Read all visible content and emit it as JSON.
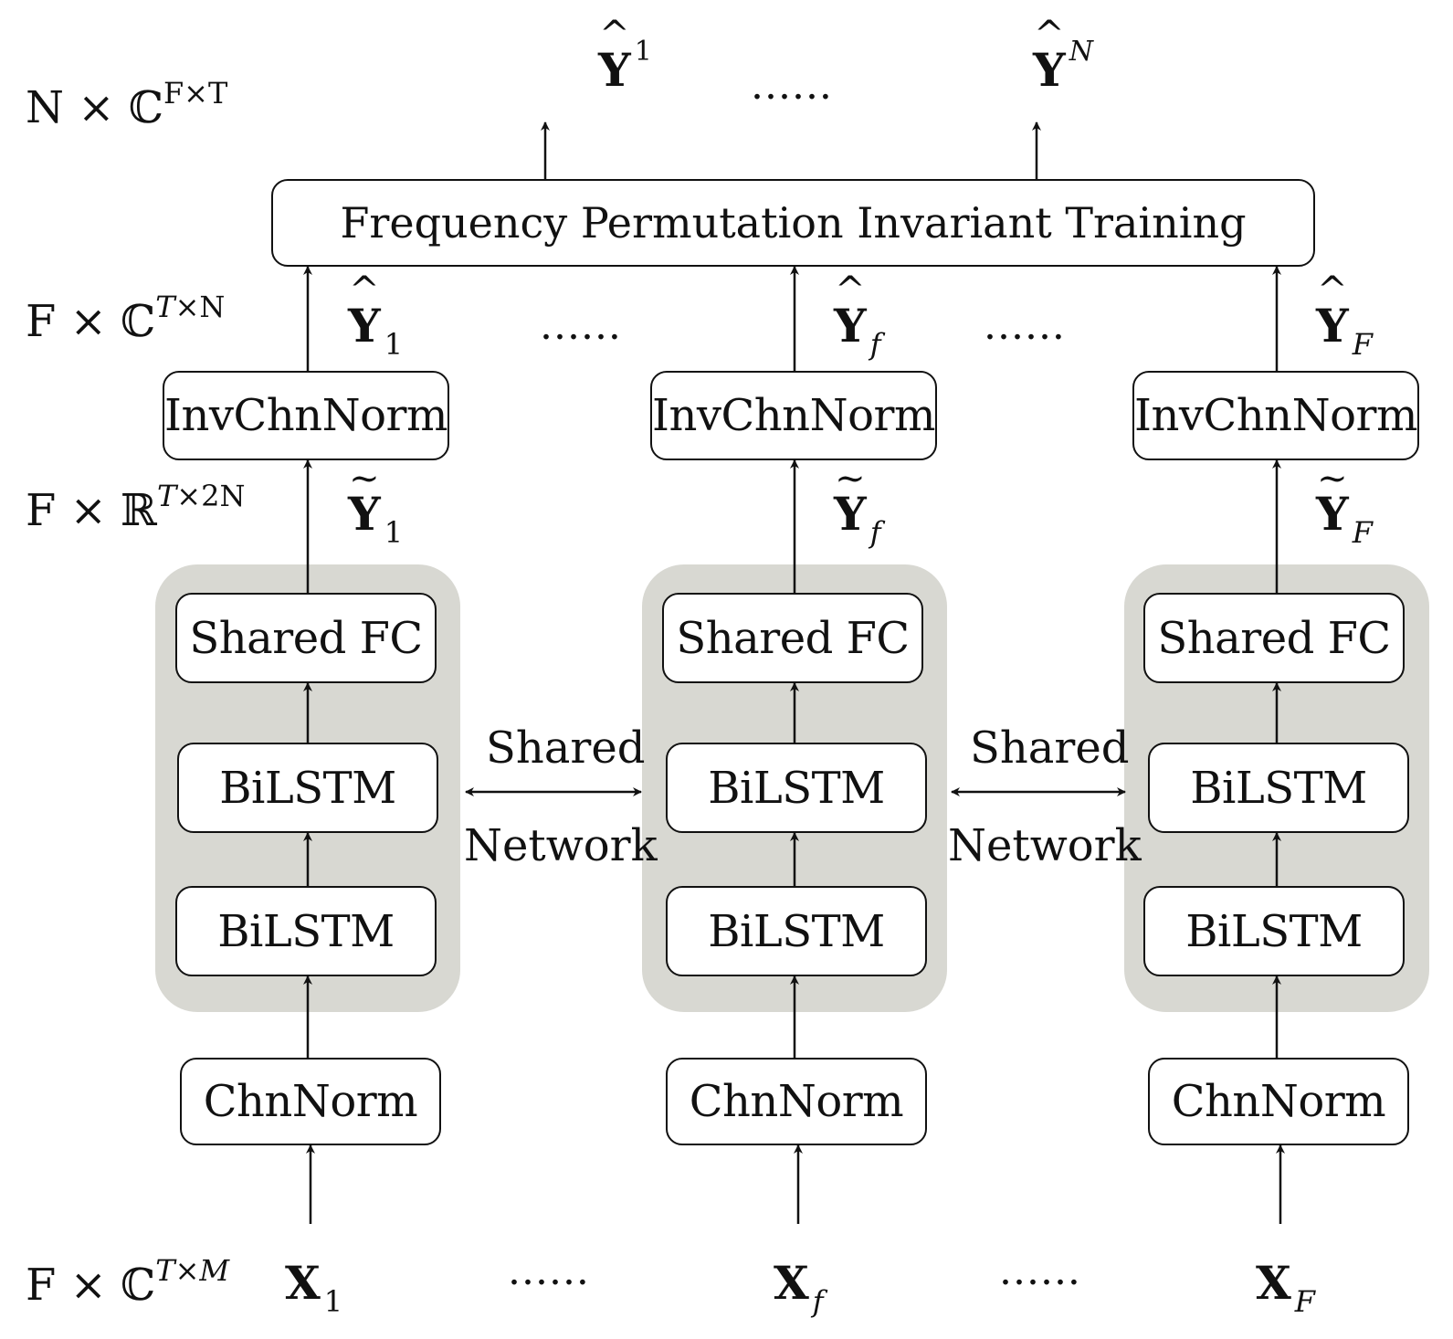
{
  "columns": [
    {
      "panel": {
        "fc": "Shared FC",
        "lstm_top": "BiLSTM",
        "lstm_bottom": "BiLSTM"
      },
      "chnnorm": "ChnNorm",
      "invchnnorm": "InvChnNorm",
      "input": {
        "sym": "X",
        "sub": "1"
      },
      "tilde": {
        "sym": "Y",
        "sub": "1"
      },
      "hat": {
        "sym": "Y",
        "sub": "1"
      }
    },
    {
      "panel": {
        "fc": "Shared FC",
        "lstm_top": "BiLSTM",
        "lstm_bottom": "BiLSTM"
      },
      "chnnorm": "ChnNorm",
      "invchnnorm": "InvChnNorm",
      "input": {
        "sym": "X",
        "sub": "f"
      },
      "tilde": {
        "sym": "Y",
        "sub": "f"
      },
      "hat": {
        "sym": "Y",
        "sub": "f"
      }
    },
    {
      "panel": {
        "fc": "Shared FC",
        "lstm_top": "BiLSTM",
        "lstm_bottom": "BiLSTM"
      },
      "chnnorm": "ChnNorm",
      "invchnnorm": "InvChnNorm",
      "input": {
        "sym": "X",
        "sub": "F"
      },
      "tilde": {
        "sym": "Y",
        "sub": "F"
      },
      "hat": {
        "sym": "Y",
        "sub": "F"
      }
    }
  ],
  "fpit_label": "Frequency Permutation Invariant Training",
  "outputs": [
    {
      "sym": "Y",
      "sup": "1"
    },
    {
      "sym": "Y",
      "sup": "N"
    }
  ],
  "shared_network": {
    "line1": "Shared",
    "line2": "Network"
  },
  "ellipsis": "......",
  "dimension_labels": {
    "output": {
      "base": "N × ℂ",
      "sup_a": "F",
      "sup_b": "×",
      "sup_c": "T"
    },
    "per_freq_complex": {
      "base": "F × ℂ",
      "sup_a": "T",
      "sup_b": "×",
      "sup_c": "N"
    },
    "per_freq_real": {
      "base": "F × ℝ",
      "sup_a": "T",
      "sup_b": "×",
      "sup_c": "2N"
    },
    "input": {
      "base": "F × ℂ",
      "sup_a": "T",
      "sup_b": "×",
      "sup_c": "M"
    }
  },
  "colors": {
    "panel": "#d8d8d2",
    "stroke": "#111111",
    "background": "#ffffff"
  }
}
